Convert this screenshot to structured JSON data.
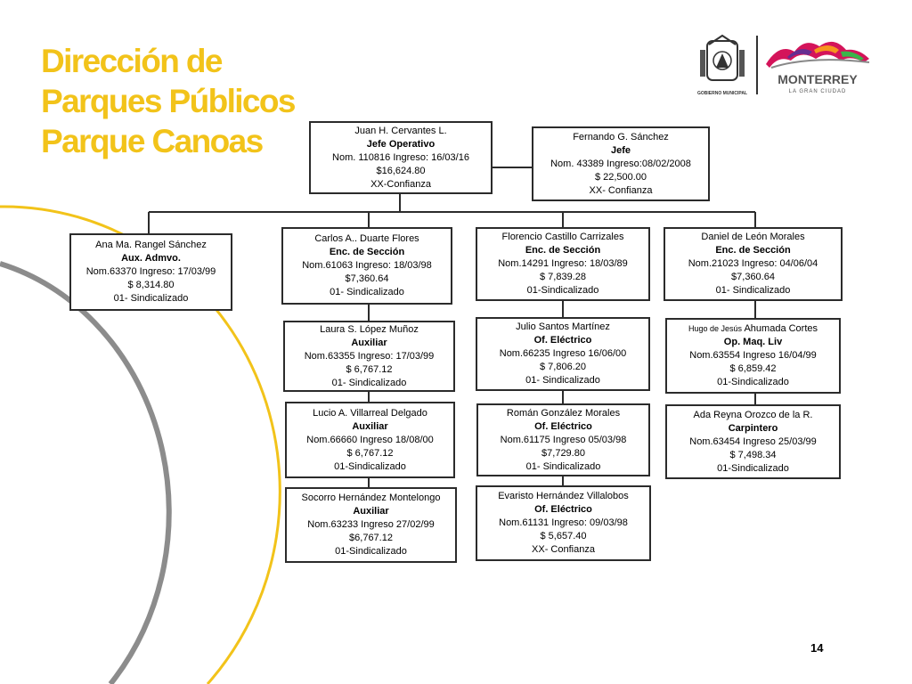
{
  "title": {
    "line1": "Dirección de",
    "line2": "Parques Públicos",
    "line3": "Parque Canoas"
  },
  "logo": {
    "seal_text": "GOBIERNO MUNICIPAL",
    "brand_name": "MONTERREY",
    "brand_tagline": "LA GRAN CIUDAD"
  },
  "org_chart": {
    "chief": {
      "name": "Juan H. Cervantes L.",
      "role": "Jefe Operativo",
      "nom": "Nom. 110816 Ingreso: 16/03/16",
      "salary": "$16,624.80",
      "status": "XX-Confianza"
    },
    "boss": {
      "name": "Fernando G. Sánchez",
      "role": "Jefe",
      "nom": "Nom. 43389 Ingreso:08/02/2008",
      "salary": "$ 22,500.00",
      "status": "XX- Confianza"
    },
    "admin": {
      "name": "Ana Ma. Rangel Sánchez",
      "role": "Aux. Admvo.",
      "nom": "Nom.63370  Ingreso: 17/03/99",
      "salary": "$  8,314.80",
      "status": "01- Sindicalizado"
    },
    "col1": [
      {
        "name": "Carlos A.. Duarte Flores",
        "role": "Enc. de Sección",
        "nom": "Nom.61063 Ingreso:  18/03/98",
        "salary": "$7,360.64",
        "status": "01- Sindicalizado"
      },
      {
        "name": "Laura S. López  Muñoz",
        "role": "Auxiliar",
        "nom": "Nom.63355   Ingreso: 17/03/99",
        "salary": "$ 6,767.12",
        "status": "01- Sindicalizado"
      },
      {
        "name": "Lucio A. Villarreal Delgado",
        "role": "Auxiliar",
        "nom": "Nom.66660  Ingreso 18/08/00",
        "salary": "$ 6,767.12",
        "status": "01-Sindicalizado"
      },
      {
        "name": "Socorro Hernández Montelongo",
        "role": "Auxiliar",
        "nom": "Nom.63233      Ingreso  27/02/99",
        "salary": "$6,767.12",
        "status": "01-Sindicalizado"
      }
    ],
    "col2": [
      {
        "name": "Florencio Castillo Carrizales",
        "role": "Enc. de Sección",
        "nom": "Nom.14291     Ingreso:  18/03/89",
        "salary": "$ 7,839.28",
        "status": "01-Sindicalizado"
      },
      {
        "name": "Julio Santos Martínez",
        "role": "Of. Eléctrico",
        "nom": "Nom.66235    Ingreso  16/06/00",
        "salary": "$  7,806.20",
        "status": "01- Sindicalizado"
      },
      {
        "name": "Román  González Morales",
        "role": "Of. Eléctrico",
        "nom": "Nom.61175  Ingreso  05/03/98",
        "salary": "$7,729.80",
        "status": "01- Sindicalizado"
      },
      {
        "name": "Evaristo Hernández Villalobos",
        "role": "Of. Eléctrico",
        "nom": "Nom.61131  Ingreso:  09/03/98",
        "salary": "$ 5,657.40",
        "status": "XX- Confianza"
      }
    ],
    "col3": [
      {
        "name": "Daniel de León Morales",
        "role": "Enc. de Sección",
        "nom": "Nom.21023    Ingreso:  04/06/04",
        "salary": "$7,360.64",
        "status": "01- Sindicalizado"
      },
      {
        "name_small": "Hugo de Jesús",
        "name": "Ahumada Cortes",
        "role": "Op. Maq. Liv",
        "nom": "Nom.63554    Ingreso  16/04/99",
        "salary": "$ 6,859.42",
        "status": "01-Sindicalizado"
      },
      {
        "name": "Ada Reyna Orozco de la R.",
        "role": "Carpintero",
        "nom": "Nom.63454   Ingreso 25/03/99",
        "salary": "$ 7,498.34",
        "status": "01-Sindicalizado"
      }
    ]
  },
  "page_number": "14",
  "colors": {
    "title": "#f2c31a",
    "arc_yellow": "#f2c31a",
    "arc_gray": "#8c8c8c",
    "border": "#2b2b2b",
    "logo_text": "#555555"
  }
}
